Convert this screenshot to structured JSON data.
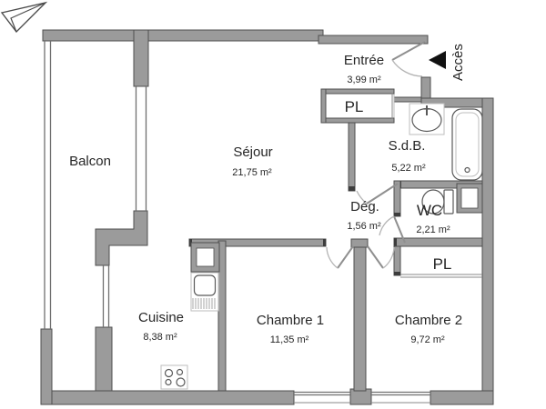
{
  "plan": {
    "access": {
      "label": "Accès"
    },
    "rooms": {
      "balcon": {
        "name": "Balcon",
        "area": ""
      },
      "sejour": {
        "name": "Séjour",
        "area": "21,75 m²"
      },
      "entree": {
        "name": "Entrée",
        "area": "3,99 m²"
      },
      "sdb": {
        "name": "S.d.B.",
        "area": "5,22 m²"
      },
      "wc": {
        "name": "WC",
        "area": "2,21 m²"
      },
      "degagement": {
        "name": "Dég.",
        "area": "1,56 m²"
      },
      "cuisine": {
        "name": "Cuisine",
        "area": "8,38 m²"
      },
      "chambre1": {
        "name": "Chambre 1",
        "area": "11,35 m²"
      },
      "chambre2": {
        "name": "Chambre 2",
        "area": "9,72 m²"
      },
      "pl_entree": {
        "name": "PL"
      },
      "pl_chambre2": {
        "name": "PL"
      }
    },
    "colors": {
      "wall_fill": "#9b9b9b",
      "wall_outline": "#4f4f4f",
      "access_arrow": "#111111",
      "text": "#262626",
      "background": "#ffffff"
    }
  }
}
